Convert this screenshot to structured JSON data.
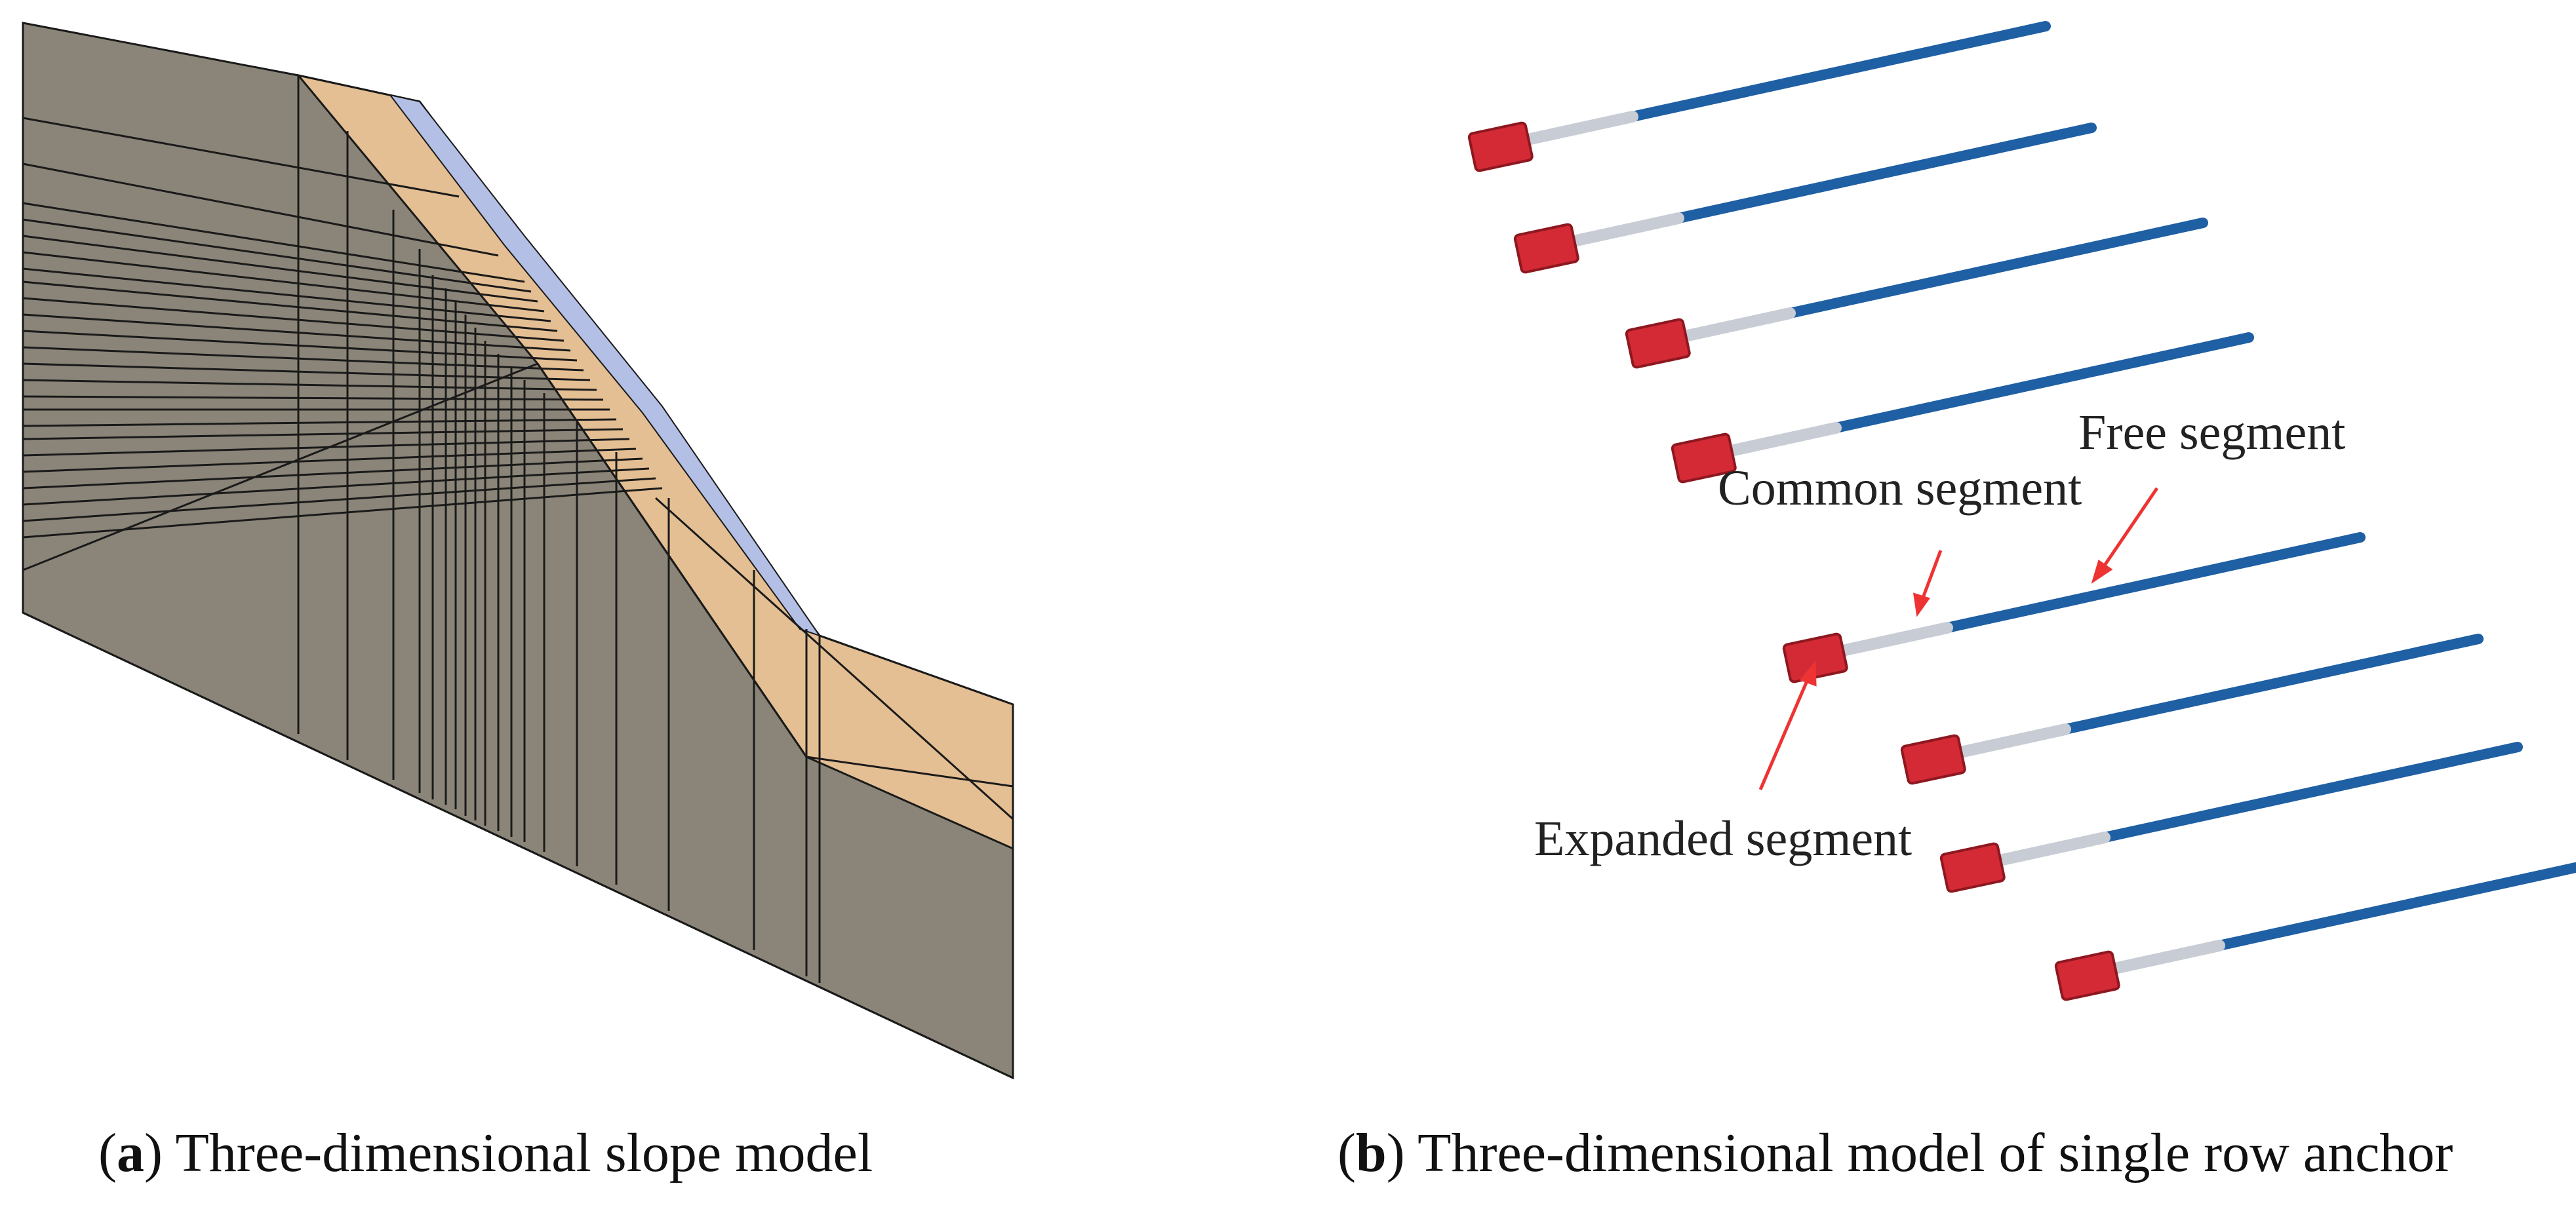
{
  "panel_a": {
    "caption_letter": "a",
    "caption_text": "Three-dimensional slope model",
    "colors": {
      "rock": "#8a8578",
      "soil": "#e4bf93",
      "surface_layer": "#b4bfe6",
      "mesh_line": "#1a1a1a"
    }
  },
  "panel_b": {
    "caption_letter": "b",
    "caption_text": "Three-dimensional model of single row anchor",
    "labels": {
      "free_segment": "Free segment",
      "common_segment": "Common segment",
      "expanded_segment": "Expanded segment"
    },
    "anchor_count": 8,
    "colors": {
      "free_segment": "#1f5fa3",
      "common_segment": "#c8ccd4",
      "expanded_segment": "#d42a36",
      "arrow": "#ee3333"
    }
  }
}
